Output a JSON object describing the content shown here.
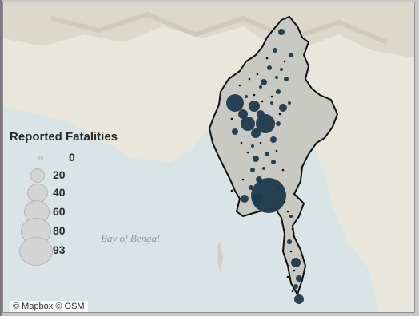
{
  "legend": {
    "title": "Reported Fatalities",
    "items": [
      {
        "label": "0",
        "value": 0
      },
      {
        "label": "20",
        "value": 20
      },
      {
        "label": "40",
        "value": 40
      },
      {
        "label": "60",
        "value": 60
      },
      {
        "label": "80",
        "value": 80
      },
      {
        "label": "93",
        "value": 93
      }
    ]
  },
  "map": {
    "sea_label": "Bay of Bengal",
    "attribution": "© Mapbox © OSM",
    "colors": {
      "water": "#d9e4e6",
      "land": "#e9e7dc",
      "country_fill": "#c9c9c4",
      "marker": "#1e3a4c",
      "legend_marker": "#d4d4d4"
    }
  }
}
